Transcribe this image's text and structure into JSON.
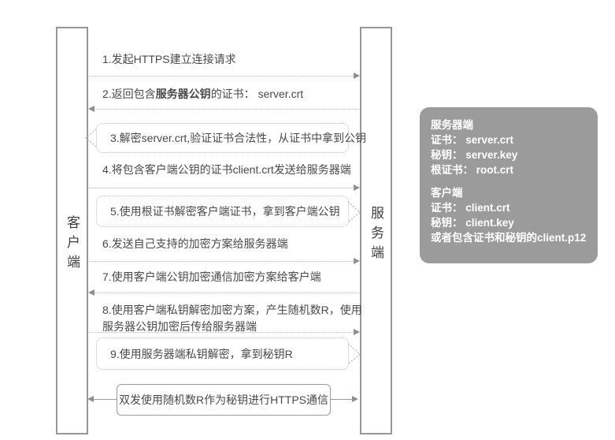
{
  "diagram": {
    "actors": {
      "client": "客户端",
      "server": "服务端"
    },
    "messages": [
      {
        "text": "1.发起HTTPS建立连接请求",
        "direction": "right",
        "style": "dotted"
      },
      {
        "prefix": "2.返回包含",
        "bold": "服务器公钥",
        "suffix": "的证书： server.crt",
        "direction": "left",
        "style": "dotted"
      },
      {
        "text": "3.解密server.crt,验证证书合法性，从证书中拿到公钥",
        "type": "client-self-note"
      },
      {
        "text": "4.将包含客户端公钥的证书client.crt发送给服务器端",
        "direction": "right",
        "style": "dotted"
      },
      {
        "text": "5.使用根证书解密客户端证书，拿到客户端公钥",
        "type": "server-self-note"
      },
      {
        "text": "6.发送自己支持的加密方案给服务器端",
        "direction": "right",
        "style": "dotted"
      },
      {
        "text": "7.使用客户端公钥加密通信加密方案给客户端",
        "direction": "left",
        "style": "dotted"
      },
      {
        "text": "8.使用客户端私钥解密加密方案，产生随机数R，使用服务器公钥加密后传给服务器端",
        "direction": "right",
        "style": "dotted"
      },
      {
        "text": "9.使用服务器端私钥解密，拿到秘钥R",
        "type": "server-self-note"
      }
    ],
    "final_message": {
      "text": "双发使用随机数R作为秘钥进行HTTPS通信",
      "direction": "both",
      "style": "solid"
    }
  },
  "info_panel": {
    "server": {
      "title": "服务器端",
      "cert": "证书： server.crt",
      "key": "秘钥： server.key",
      "root_cert": "根证书： root.crt"
    },
    "client": {
      "title": "客户端",
      "cert": "证书： client.crt",
      "key": "秘钥： client.key",
      "p12": "或者包含证书和秘钥的client.p12"
    }
  },
  "colors": {
    "background": "#ffffff",
    "text": "#4a4a4a",
    "dotted_line": "#b9b9b9",
    "border": "#9b9b9b",
    "arrowhead": "#8f8f8f",
    "panel_bg": "#9b9b9b",
    "panel_text": "#ffffff"
  }
}
